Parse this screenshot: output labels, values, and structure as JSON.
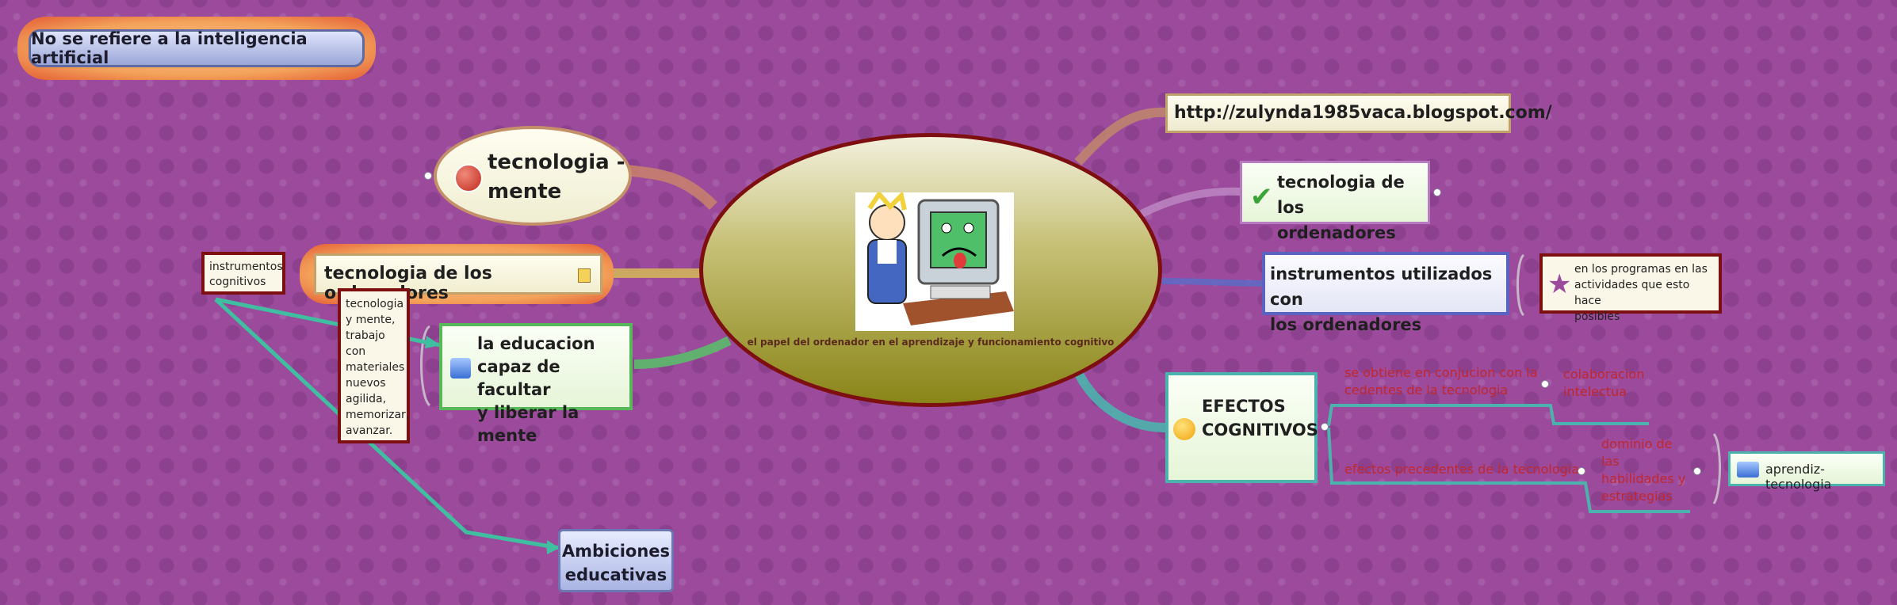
{
  "title": "No se refiere a la inteligencia artificial",
  "center": {
    "caption": "el papel del ordenador en el aprendizaje y funcionamiento cognitivo"
  },
  "nodes": {
    "tecnologia_mente": {
      "line1": "tecnologia -",
      "line2": "mente"
    },
    "tecnologia_ordenadores_left": "tecnologia de los ordenadores",
    "instrumentos_cognitivos": {
      "line1": "instrumentos",
      "line2": "cognitivos"
    },
    "tall_note": [
      "tecnologia",
      "y mente,",
      "trabajo",
      "con",
      "materiales",
      "nuevos",
      "agilida,",
      "memorizar,",
      "avanzar."
    ],
    "educacion": {
      "line1": "la educacion",
      "line2": "capaz de facultar",
      "line3": "y liberar la mente"
    },
    "ambiciones": {
      "line1": "Ambiciones",
      "line2": "educativas"
    },
    "url": "http://zulynda1985vaca.blogspot.com/",
    "tecnologia_ordenadores_right": {
      "line1": "tecnologia de los",
      "line2": "ordenadores"
    },
    "instrumentos_utilizados": {
      "line1": "instrumentos utilizados con",
      "line2": "los ordenadores"
    },
    "programas_note": {
      "line1": "en los programas en las",
      "line2": "actividades  que esto hace",
      "line3": "posibles"
    },
    "efectos": {
      "line1": "EFECTOS",
      "line2": "COGNITIVOS"
    },
    "branch_top": {
      "line1": "se obtiene en conjucion con la",
      "line2": "cedentes de la tecnologia"
    },
    "branch_top_right": {
      "line1": "colaboracion",
      "line2": "intelectua"
    },
    "branch_bottom": "efectos precedentes de la tecnologia",
    "branch_bottom_right": [
      "dominio de",
      "las",
      "habilidades y",
      "estrategias"
    ],
    "aprendiz": "aprendiz- tecnologia"
  },
  "colors": {
    "background": "#9b4a9c",
    "center_border": "#7e0f10",
    "arrow": "#3fbfa0",
    "branch_text": "#c1272d"
  }
}
